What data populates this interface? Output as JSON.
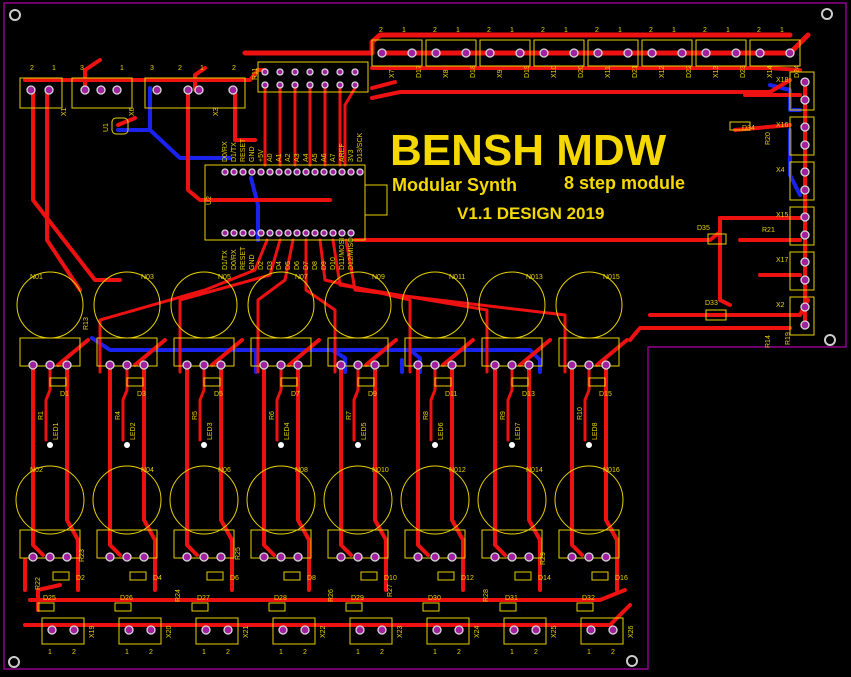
{
  "board": {
    "title": "BENSH MDW",
    "subtitle_left": "Modular Synth",
    "subtitle_right": "8 step module",
    "version": "V1.1 DESIGN 2019"
  },
  "colors": {
    "background": "#000000",
    "top_copper": "#ee1111",
    "bottom_copper": "#1a22ee",
    "silkscreen": "#e8d200",
    "board_outline": "#b000b0",
    "pad": "#a020a0"
  },
  "mcu": {
    "ref": "U2",
    "top_pins": [
      "D0/RX",
      "D1/TX",
      "RESET",
      "GND",
      "+5V",
      "A0",
      "A1",
      "A2",
      "A3",
      "A4",
      "A5",
      "A6",
      "A7",
      "AREF",
      "3V3",
      "D13/SCK"
    ],
    "bottom_pins": [
      "D1/TX",
      "D0/RX",
      "RESET",
      "GND",
      "D2",
      "D3",
      "D4",
      "D5",
      "D6",
      "D7",
      "D8",
      "D9",
      "D10",
      "D11/MOSI",
      "D12/MISO"
    ]
  },
  "top_row_labels": [
    "X7",
    "D17",
    "X8",
    "D18",
    "X9",
    "D19",
    "X10",
    "D20",
    "X11",
    "D21",
    "X12",
    "D22",
    "X13",
    "D23",
    "X14",
    "D24"
  ],
  "top_connectors_left": [
    "X1",
    "X6",
    "X3"
  ],
  "regulator": "U1",
  "header": "R11",
  "right_column": [
    "X18",
    "X16",
    "X4",
    "X15",
    "X17",
    "X2"
  ],
  "right_diodes": [
    "D34",
    "D35",
    "D33"
  ],
  "right_resistors": [
    "R20",
    "R21",
    "R14",
    "R19"
  ],
  "pots_top": [
    "N01",
    "N03",
    "N05",
    "N07",
    "N09",
    "N011",
    "N013",
    "N015"
  ],
  "pots_bottom": [
    "N02",
    "N04",
    "N06",
    "N08",
    "N010",
    "N012",
    "N014",
    "N016"
  ],
  "diodes_top": [
    "D1",
    "D3",
    "D5",
    "D7",
    "D9",
    "D11",
    "D13",
    "D15"
  ],
  "diodes_bottom": [
    "D2",
    "D4",
    "D6",
    "D8",
    "D10",
    "D12",
    "D14",
    "D16"
  ],
  "resistors_led": [
    "R1",
    "R4",
    "R5",
    "R6",
    "R7",
    "R8",
    "R9",
    "R10"
  ],
  "leds": [
    "LED1",
    "LED2",
    "LED3",
    "LED4",
    "LED5",
    "LED6",
    "LED7",
    "LED8"
  ],
  "resistors_mid": [
    "R13",
    "R23",
    "R25",
    "R22"
  ],
  "resistors_lower": [
    "R22",
    "R24",
    "R26",
    "R27",
    "R28",
    "R29"
  ],
  "bottom_diodes": [
    "D25",
    "D26",
    "D27",
    "D28",
    "D29",
    "D30",
    "D31",
    "D32"
  ],
  "bottom_connectors": [
    "X19",
    "X20",
    "X21",
    "X22",
    "X23",
    "X24",
    "X25",
    "X26"
  ],
  "pin_numbers": [
    "1",
    "2",
    "3"
  ]
}
